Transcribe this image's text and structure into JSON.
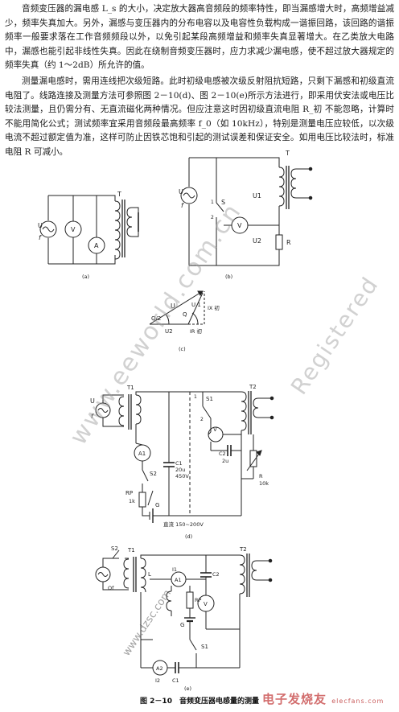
{
  "paragraphs": {
    "p1": "音频变压器的漏电感 L_s 的大小，决定放大器高音频段的频率特性，即当漏感增大时，高频增益减少，频率失真加大。另外，漏感与变压器内的分布电容以及电容性负载构成一谐振回路，该回路的谐振频率一般要求落在工作音频频段以外，以免引起某段高频增益和频率失真显著增大。在乙类放大电路中，漏感也能引起非线性失真。因此在绕制音频变压器时，应力求减少漏电感，使不超过放大器规定的频率失真（约 1～2dB）所允许的值。",
    "p2": "测量漏电感时，需用连线把次级短路。此时初级电感被次级反射阻抗短路，只剩下漏感和初级直流电阻了。线路连接及测量方法可参照图 2－10(d)、图 2－10(e)所示方法进行，即采用伏安法或电压比较法测量，且仍需分有、无直流磁化两种情况。但应注意这时因初级直流电阻 R_初 不能忽略，计算时不能用简化公式；测试频率宜采用音频段最高频率 f_0（如 10kHz），特别是测量电压应较低，以次级电流不超过额定值为准，这样可防止因铁芯饱和引起的测试误差和保证安全。如用电压比较法时，标准电阻 R 可减小。"
  },
  "figure": {
    "caption": "图 2－10　音频变压器电感量的测量",
    "a": {
      "U": "U",
      "f": "f",
      "V": "V",
      "A": "A",
      "T": "T",
      "sub": "(a)"
    },
    "b": {
      "U": "U",
      "f": "f",
      "T": "T",
      "S": "S",
      "V": "V",
      "U1": "U1",
      "U2": "U2",
      "R": "R",
      "n1": "1",
      "n2": "2",
      "sub": "(b)"
    },
    "c": {
      "U": "U",
      "U1": "U 1",
      "U2": "U2",
      "Q": "Q",
      "Q2": "Q/2",
      "IX": "IX 初",
      "IR": "IR 初",
      "sub": "(c)"
    },
    "d": {
      "U": "U",
      "f": "f",
      "T1": "T1",
      "T2": "T2",
      "S1": "S1",
      "S2": "S2",
      "A1": "A1",
      "V": "V",
      "C1": "C1",
      "C1v": "20u",
      "C1w": "450V",
      "C2": "C2",
      "C2v": "2u",
      "RP": "RP",
      "RPv": "1k",
      "R": "R",
      "Rv": "10k",
      "G": "G",
      "n1": "1",
      "n2": "2",
      "bottom": "直流 150~200V",
      "sub": "(d)"
    },
    "e": {
      "S2": "S2",
      "T1": "T1",
      "T2": "T2",
      "Of": "Of",
      "L": "L",
      "I1": "I1",
      "A1": "A1",
      "C2": "C2",
      "RP": "RP",
      "V": "V",
      "G": "G",
      "S1": "S1",
      "A2": "A2",
      "I2": "I2",
      "C1": "C1",
      "sub": "(e)"
    }
  },
  "watermark": {
    "url": "www.eeworld.com.cn",
    "registered": "Registered",
    "site": "www.dzsc.com",
    "logo": "电子发烧友",
    "logo_en": "elecfans.com"
  }
}
